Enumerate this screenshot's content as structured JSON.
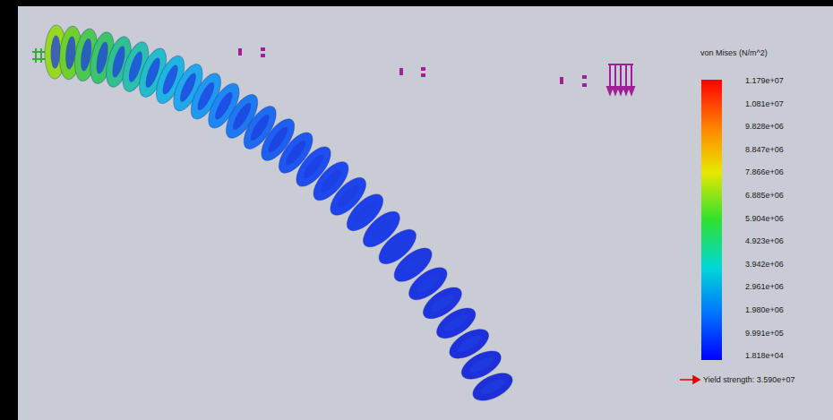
{
  "diagram": {
    "labels": [
      "von Mises (N/m^2)",
      "1.179e+07",
      "1.081e+07",
      "9.828e+06",
      "8.847e+06",
      "7.866e+06",
      "6.885e+06",
      "5.904e+06",
      "4.923e+06",
      "3.942e+06",
      "2.961e+06",
      "1.980e+06",
      "9.991e+05",
      "1.818e+04",
      "Yield strength: 3.590e+07"
    ]
  }
}
